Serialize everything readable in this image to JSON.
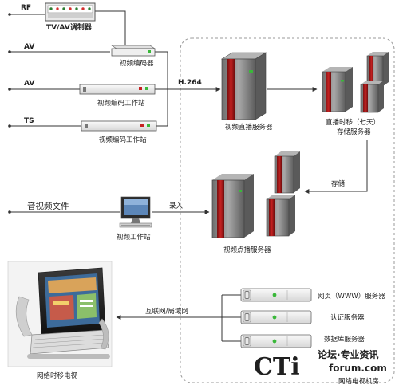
{
  "inputs": {
    "rf": "RF",
    "av1": "AV",
    "av2": "AV",
    "ts": "TS",
    "media_file": "音视频文件"
  },
  "devices": {
    "modulator": "TV/AV调制器",
    "video_encoder": "视频编码器",
    "encoder_ws_1": "视频编码工作站",
    "encoder_ws_2": "视频编码工作站",
    "video_ws": "视频工作站",
    "live_server": "视频直播服务器",
    "timeshift_server_l1": "直播时移（七天）",
    "timeshift_server_l2": "存储服务器",
    "vod_server": "视频点播服务器",
    "web_server": "网页（WWW）服务器",
    "auth_server": "认证服务器",
    "db_server": "数据库服务器",
    "terminal": "网络时移电视",
    "room": "网络电视机房"
  },
  "links": {
    "h264": "H.264",
    "record": "录入",
    "storage": "存储",
    "network": "互联网/局域网"
  },
  "watermark": {
    "brand": "CTi",
    "forum_cn": "论坛·专业资讯",
    "forum_url": "forum.com"
  },
  "colors": {
    "server_red": "#b81c1c",
    "server_gray": "#8a8a8a",
    "led_green": "#3ab83a",
    "line": "#333333"
  }
}
